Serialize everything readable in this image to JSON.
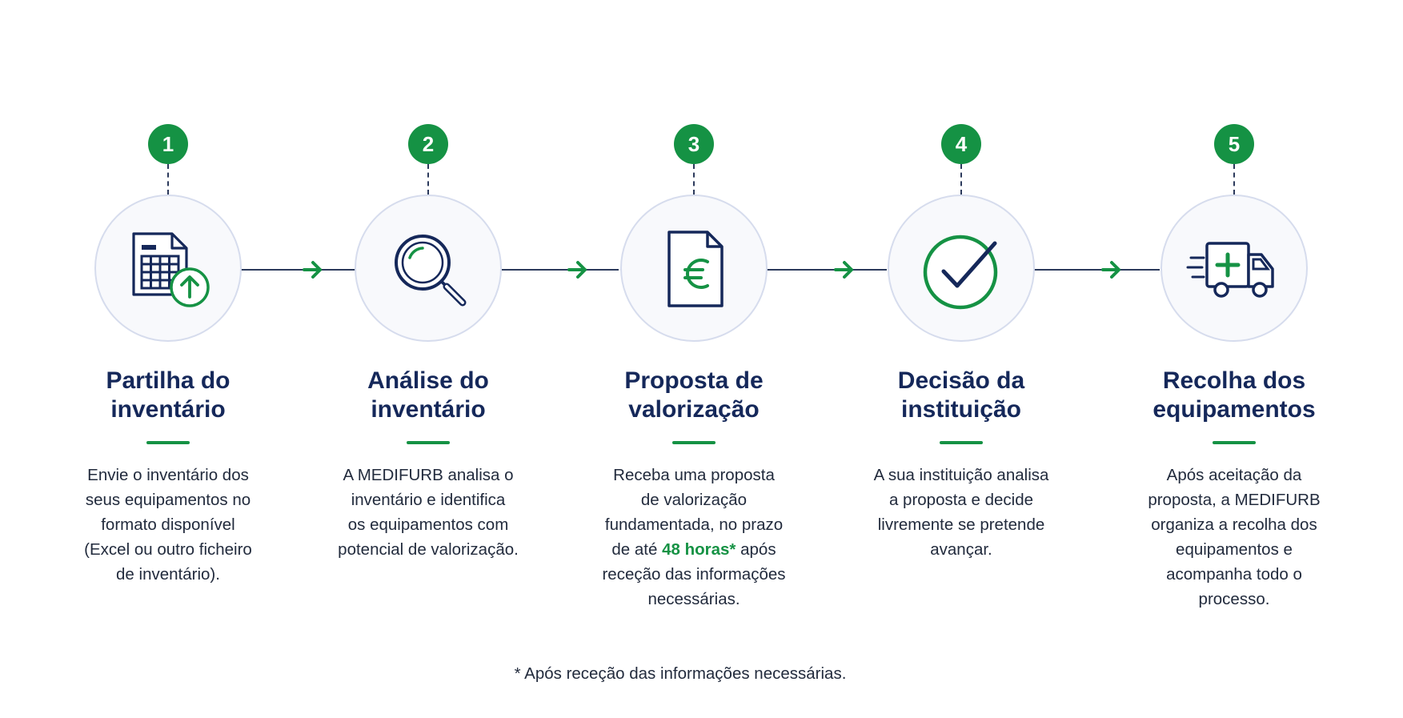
{
  "colors": {
    "navy": "#15285a",
    "green": "#159244",
    "circle_bg": "#f8f9fc",
    "circle_border": "#d6dced"
  },
  "steps": [
    {
      "number": "1",
      "icon": "spreadsheet-upload-icon",
      "title_line1": "Partilha do",
      "title_line2": "inventário",
      "desc_lines": [
        "Envie o inventário dos",
        "seus equipamentos no",
        "formato disponível",
        "(Excel ou outro ficheiro",
        "de inventário)."
      ]
    },
    {
      "number": "2",
      "icon": "magnifier-icon",
      "title_line1": "Análise do",
      "title_line2": "inventário",
      "desc_lines": [
        "A MEDIFURB analisa o",
        "inventário e identifica",
        "os equipamentos com",
        "potencial de valorização."
      ]
    },
    {
      "number": "3",
      "icon": "euro-document-icon",
      "title_line1": "Proposta de",
      "title_line2": "valorização",
      "desc_lines": [
        "Receba uma proposta",
        "de valorização",
        "fundamentada, no prazo"
      ],
      "desc_line4_pre": "de até",
      "desc_line4_hl": "48 horas*",
      "desc_line4_post": "após",
      "desc_lines_after": [
        "receção das informações",
        "necessárias."
      ]
    },
    {
      "number": "4",
      "icon": "checkmark-circle-icon",
      "title_line1": "Decisão da",
      "title_line2": "instituição",
      "desc_lines": [
        "A sua instituição analisa",
        "a proposta e decide",
        "livremente se pretende",
        "avançar."
      ]
    },
    {
      "number": "5",
      "icon": "truck-icon",
      "title_line1": "Recolha dos",
      "title_line2": "equipamentos",
      "desc_lines": [
        "Após aceitação da",
        "proposta, a MEDIFURB",
        "organiza a recolha dos",
        "equipamentos e",
        "acompanha todo o",
        "processo."
      ]
    }
  ],
  "footnote": "* Após receção das informações necessárias."
}
